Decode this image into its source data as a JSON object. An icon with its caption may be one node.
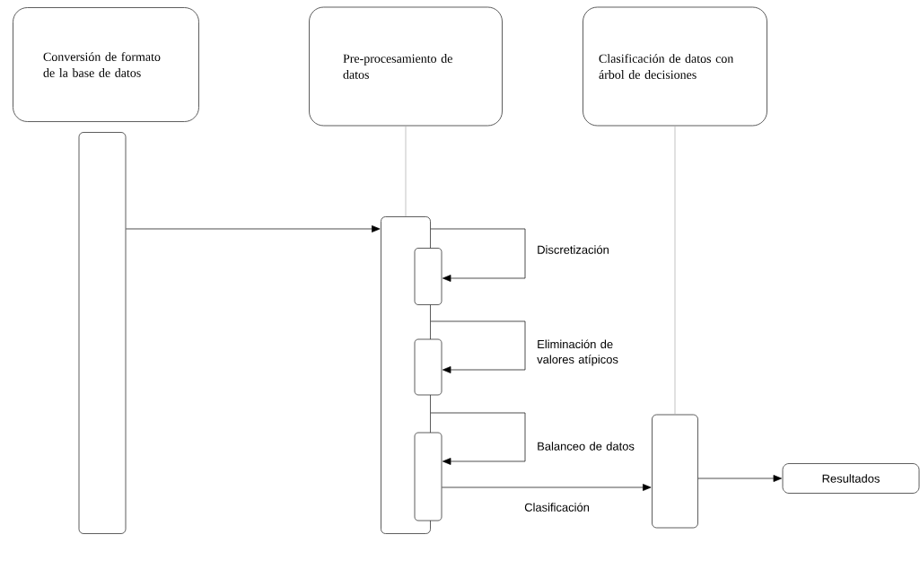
{
  "diagram": {
    "nodes": [
      {
        "text": [
          "Conversión de formato de la base de datos"
        ]
      },
      {
        "text": [
          "Pre-procesamiento de datos"
        ]
      },
      {
        "text": [
          "Clasificación de datos con árbol de decisiones"
        ]
      },
      {
        "text": [],
        "shape": "bar"
      },
      {
        "text": [],
        "shape": "bar"
      },
      {
        "text": [],
        "shape": "bar"
      },
      {
        "text": [],
        "shape": "bar"
      },
      {
        "text": [],
        "shape": "bar"
      },
      {
        "text": [],
        "shape": "bar"
      },
      {
        "text": [
          "Resultados"
        ]
      }
    ],
    "edges": [
      {
        "from": 1,
        "to": 4,
        "arrow": "none",
        "color": "#aaaaaa"
      },
      {
        "from": 2,
        "to": 8,
        "arrow": "none",
        "color": "#aaaaaa"
      },
      {
        "from": 3,
        "to": 4,
        "arrow": "to"
      },
      {
        "from": 4,
        "to": 5,
        "arrow": "to",
        "label": "Discretización"
      },
      {
        "from": 4,
        "to": 6,
        "arrow": "to",
        "label": "Eliminación de valores atípicos"
      },
      {
        "from": 4,
        "to": 7,
        "arrow": "to",
        "label": "Balanceo de datos"
      },
      {
        "from": 7,
        "to": 8,
        "arrow": "to",
        "label": "Clasificación"
      },
      {
        "from": 8,
        "to": 9,
        "arrow": "to"
      }
    ]
  }
}
